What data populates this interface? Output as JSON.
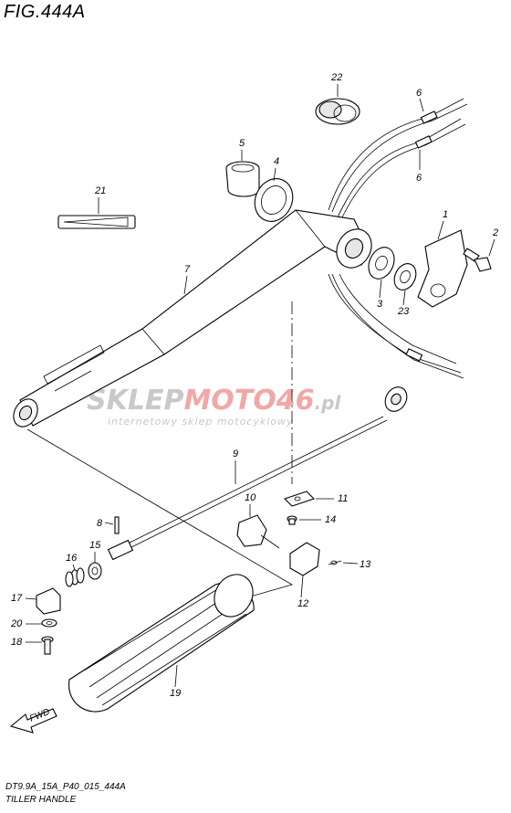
{
  "figure": {
    "title": "FIG.444A",
    "footer_code": "DT9.9A_15A_P40_015_444A",
    "footer_name": "TILLER HANDLE"
  },
  "watermark": {
    "brand_prefix": "SKLEP",
    "brand_middle": "MOTO",
    "brand_suffix": "46",
    "domain_suffix": ".pl",
    "tagline": "internetowy sklep motocyklowy",
    "colors": {
      "prefix": "#c9c9c9",
      "accent": "#f2a7a7"
    }
  },
  "direction_badge": {
    "label": "FWD"
  },
  "callouts": {
    "p1": "1",
    "p2": "2",
    "p3": "3",
    "p4": "4",
    "p5": "5",
    "p6a": "6",
    "p6b": "6",
    "p7": "7",
    "p8": "8",
    "p9": "9",
    "p10": "10",
    "p11": "11",
    "p12": "12",
    "p13": "13",
    "p14": "14",
    "p15": "15",
    "p16": "16",
    "p17": "17",
    "p18": "18",
    "p19": "19",
    "p20": "20",
    "p21": "21",
    "p22": "22",
    "p23": "23"
  }
}
